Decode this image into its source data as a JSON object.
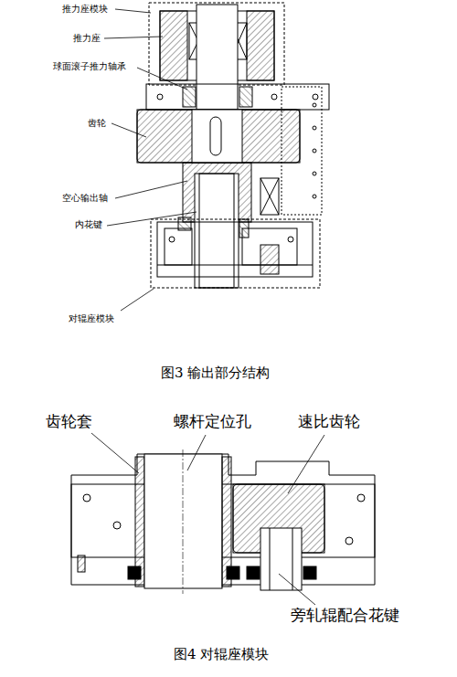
{
  "diagram": {
    "labels": [
      "推力座模块",
      "推力座",
      "球面滚子推力轴承",
      "齿轮",
      "空心输出轴",
      "内花键",
      "对辊座模块",
      "图3  输出部分结构",
      "齿轮套",
      "螺杆定位孔",
      "速比齿轮",
      "旁轧辊配合花键",
      "图4  对辊座模块"
    ]
  }
}
